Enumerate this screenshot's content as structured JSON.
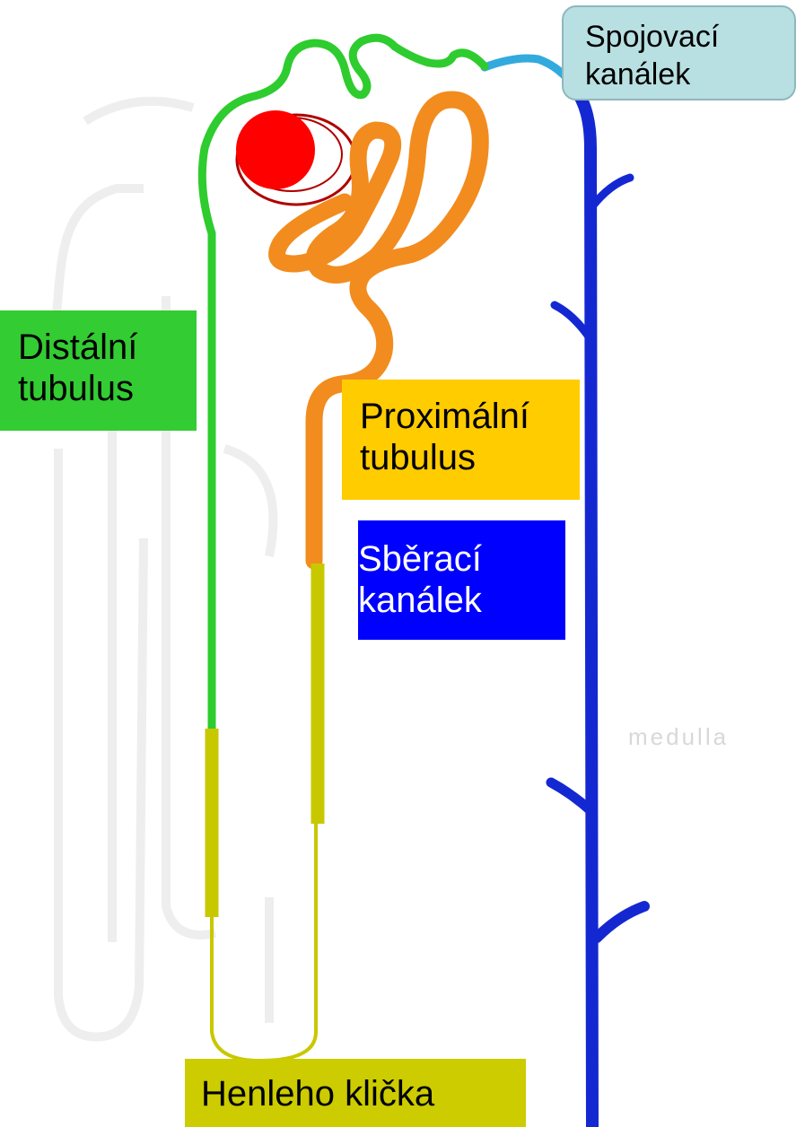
{
  "diagram": {
    "labels": {
      "distal_tubule": [
        "Distální",
        "tubulus"
      ],
      "proximal_tubule": [
        "Proximální",
        "tubulus"
      ],
      "collecting_duct": [
        "Sběrací",
        "kanálek"
      ],
      "loop_of_henle": "Henleho klička",
      "connecting_tubule": [
        "Spojovací",
        "kanálek"
      ]
    },
    "watermark": "medulla",
    "colors": {
      "glomerulus": "#ff0000",
      "distal": "#2ecc2e",
      "proximal": "#f28c1e",
      "henle": "#c8c800",
      "collecting": "#1428d2",
      "connecting": "#33aadd"
    }
  }
}
